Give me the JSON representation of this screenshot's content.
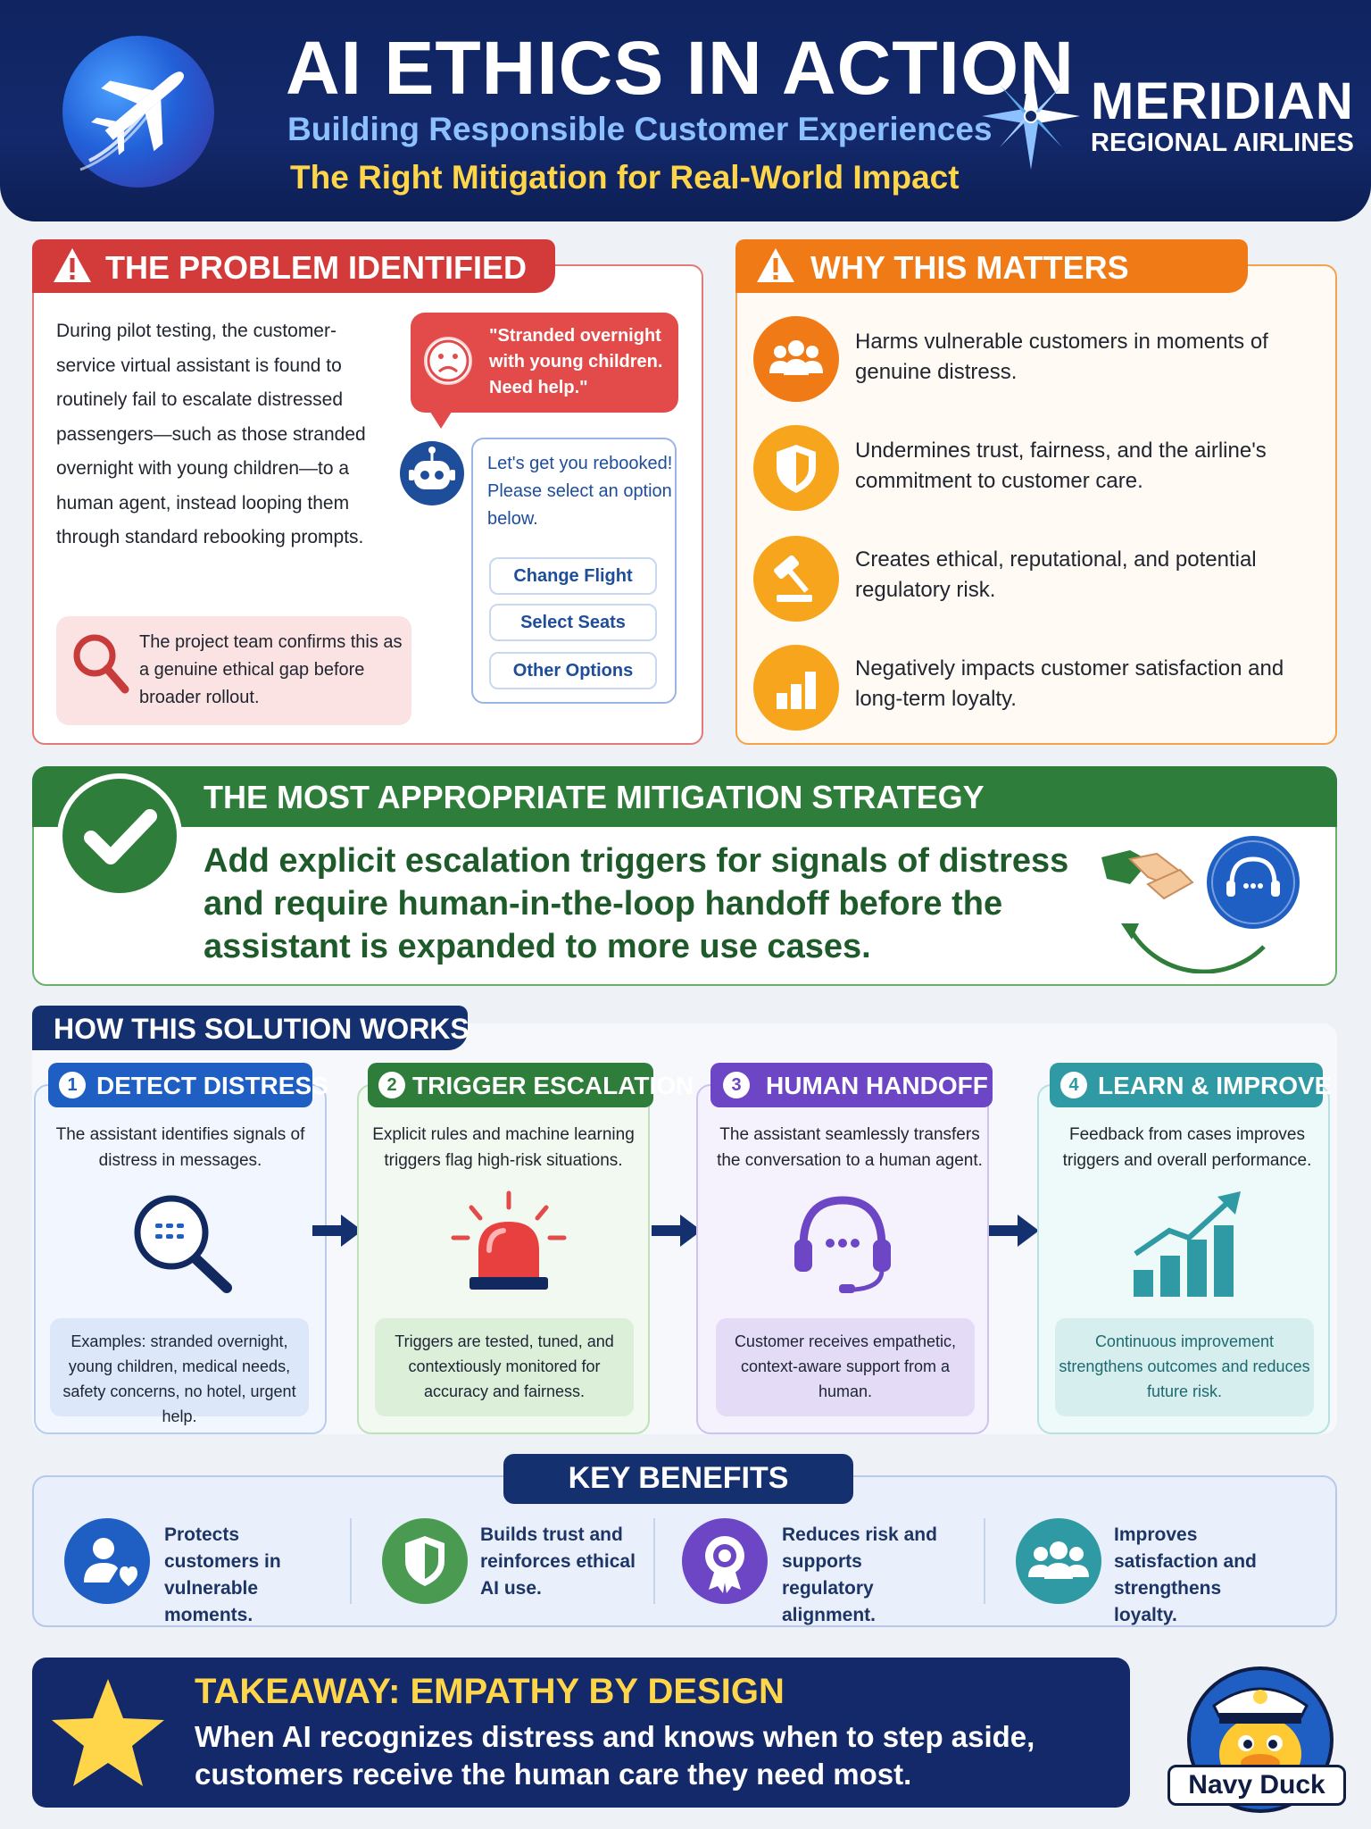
{
  "header": {
    "title": "AI ETHICS IN ACTION",
    "subtitle": "Building Responsible Customer Experiences",
    "tagline": "The Right Mitigation for Real-World Impact",
    "brand_name": "MERIDIAN",
    "brand_sub": "REGIONAL AIRLINES"
  },
  "problem": {
    "title": "THE PROBLEM IDENTIFIED",
    "text": "During pilot testing, the customer-service virtual assistant is found to routinely fail to escalate distressed passengers—such as those stranded overnight with young children—to a human agent, instead looping them through standard rebooking prompts.",
    "customer_message": "\"Stranded overnight with young children. Need help.\"",
    "bot_message": "Let's get you rebooked! Please select an option below.",
    "options": [
      "Change Flight",
      "Select Seats",
      "Other Options"
    ],
    "confirmation": "The project team confirms this as a genuine ethical gap before broader rollout."
  },
  "why": {
    "title": "WHY THIS MATTERS",
    "items": [
      {
        "text": "Harms vulnerable customers in moments of genuine distress.",
        "icon": "people-icon"
      },
      {
        "text": "Undermines trust, fairness, and the airline's commitment to customer care.",
        "icon": "shield-icon"
      },
      {
        "text": "Creates ethical, reputational, and potential regulatory risk.",
        "icon": "gavel-icon"
      },
      {
        "text": "Negatively impacts customer satisfaction and long-term loyalty.",
        "icon": "bar-chart-icon"
      }
    ]
  },
  "mitigation": {
    "title": "THE MOST APPROPRIATE MITIGATION STRATEGY",
    "text": "Add explicit escalation triggers for signals of distress and require human-in-the-loop handoff before the assistant is expanded to more use cases."
  },
  "how": {
    "title": "HOW THIS SOLUTION WORKS",
    "steps": [
      {
        "num": "1",
        "title": "DETECT DISTRESS",
        "desc": "The assistant identifies signals of distress in messages.",
        "note": "Examples: stranded overnight, young children, medical needs, safety concerns, no hotel, urgent help."
      },
      {
        "num": "2",
        "title": "TRIGGER ESCALATION",
        "desc": "Explicit rules and machine learning triggers flag high-risk situations.",
        "note": "Triggers are tested, tuned, and contextiously monitored for accuracy and fairness."
      },
      {
        "num": "3",
        "title": "HUMAN HANDOFF",
        "desc": "The assistant seamlessly transfers the conversation to a human agent.",
        "note": "Customer receives empathetic, context-aware support from a human."
      },
      {
        "num": "4",
        "title": "LEARN & IMPROVE",
        "desc": "Feedback from cases improves triggers and overall performance.",
        "note": "Continuous improvement strengthens outcomes and reduces future risk."
      }
    ]
  },
  "benefits": {
    "title": "KEY BENEFITS",
    "items": [
      {
        "text": "Protects customers in vulnerable moments.",
        "color": "#1f5fc4"
      },
      {
        "text": "Builds trust and reinforces ethical AI use.",
        "color": "#4a9a52"
      },
      {
        "text": "Reduces risk and supports regulatory alignment.",
        "color": "#6c46c4"
      },
      {
        "text": "Improves satisfaction and strengthens loyalty.",
        "color": "#2f9aa4"
      }
    ]
  },
  "takeaway": {
    "title": "TAKEAWAY: EMPATHY BY DESIGN",
    "text": "When AI recognizes distress and knows when to step aside, customers receive the human care they need most."
  },
  "mascot": {
    "label": "Navy Duck"
  },
  "colors": {
    "navy": "#14296a",
    "red": "#d33b3b",
    "orange": "#f07a16",
    "green": "#2f7d3a",
    "blue": "#1f5fc4",
    "teal": "#2f9aa4",
    "purple": "#6c46c4",
    "yellow": "#ffd64a"
  }
}
